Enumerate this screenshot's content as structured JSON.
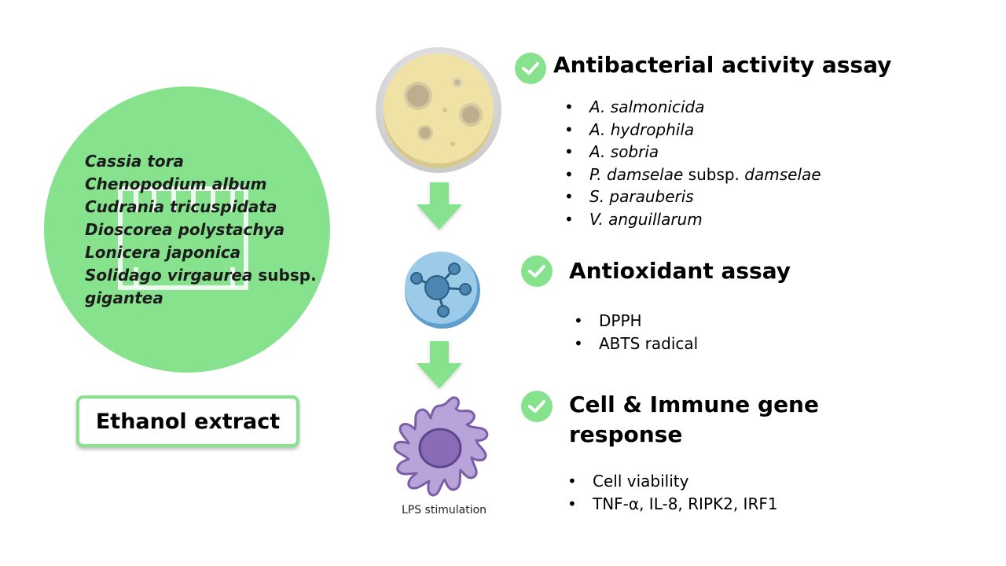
{
  "plants": [
    {
      "italic": "Cassia tora"
    },
    {
      "italic": "Chenopodium album"
    },
    {
      "italic": "Cudrania tricuspidata"
    },
    {
      "italic": "Dioscorea polystachya"
    },
    {
      "italic": "Lonicera japonica"
    },
    {
      "italic": "Solidago virgaurea",
      "normal": " subsp."
    },
    {
      "italic": "gigantea"
    }
  ],
  "extract_label": "Ethanol extract",
  "lps_caption": "LPS stimulation",
  "sections": [
    {
      "heading": "Antibacterial activity assay",
      "items": [
        {
          "parts": [
            {
              "t": "A. salmonicida",
              "i": true
            }
          ]
        },
        {
          "parts": [
            {
              "t": "A. hydrophila",
              "i": true
            }
          ]
        },
        {
          "parts": [
            {
              "t": "A. sobria",
              "i": true
            }
          ]
        },
        {
          "parts": [
            {
              "t": "P. damselae",
              "i": true
            },
            {
              "t": " subsp. ",
              "i": false
            },
            {
              "t": "damselae",
              "i": true
            }
          ]
        },
        {
          "parts": [
            {
              "t": "S. parauberis",
              "i": true
            }
          ]
        },
        {
          "parts": [
            {
              "t": "V. anguillarum",
              "i": true
            }
          ]
        }
      ]
    },
    {
      "heading": "Antioxidant assay",
      "items": [
        {
          "parts": [
            {
              "t": "DPPH",
              "i": false
            }
          ]
        },
        {
          "parts": [
            {
              "t": "ABTS radical",
              "i": false
            }
          ]
        }
      ]
    },
    {
      "heading": "Cell & Immune gene response",
      "items": [
        {
          "parts": [
            {
              "t": "Cell viability",
              "i": false
            }
          ]
        },
        {
          "parts": [
            {
              "t": "TNF-α, IL-8, RIPK2, IRF1",
              "i": false
            }
          ]
        }
      ]
    }
  ],
  "icons": {
    "petri": "petri-dish-icon",
    "molecule": "antioxidant-molecule-icon",
    "cell": "macrophage-cell-icon",
    "arrow": "down-arrow-icon",
    "check": "check-icon"
  },
  "colors": {
    "green": "#86e28d",
    "agar": "#efe2a4",
    "molecule_fill": "#9ccbea",
    "cell_fill": "#b9a4d9"
  }
}
